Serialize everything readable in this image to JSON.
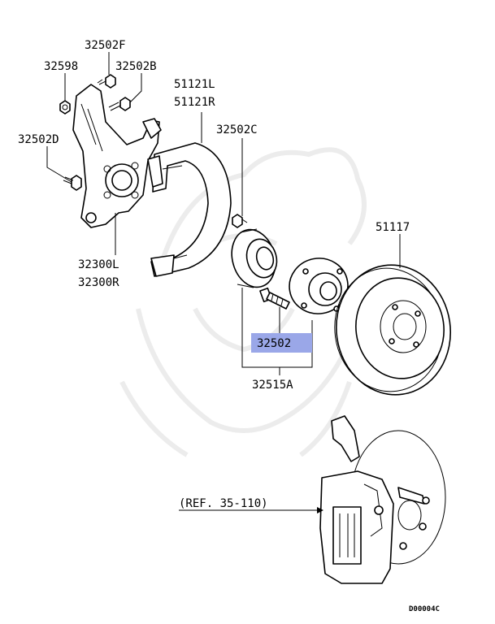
{
  "labels": {
    "p32502F": "32502F",
    "p32598": "32598",
    "p32502B": "32502B",
    "p51121L": "51121L",
    "p51121R": "51121R",
    "p32502C": "32502C",
    "p32502D": "32502D",
    "p51117": "51117",
    "p32300L": "32300L",
    "p32300R": "32300R",
    "p32502": "32502",
    "p32515A": "32515A",
    "ref": "(REF. 35-110)",
    "diagram_code": "D00004C"
  },
  "colors": {
    "highlight": "#9aa7e8",
    "line": "#000000",
    "watermark": "#ececec"
  }
}
